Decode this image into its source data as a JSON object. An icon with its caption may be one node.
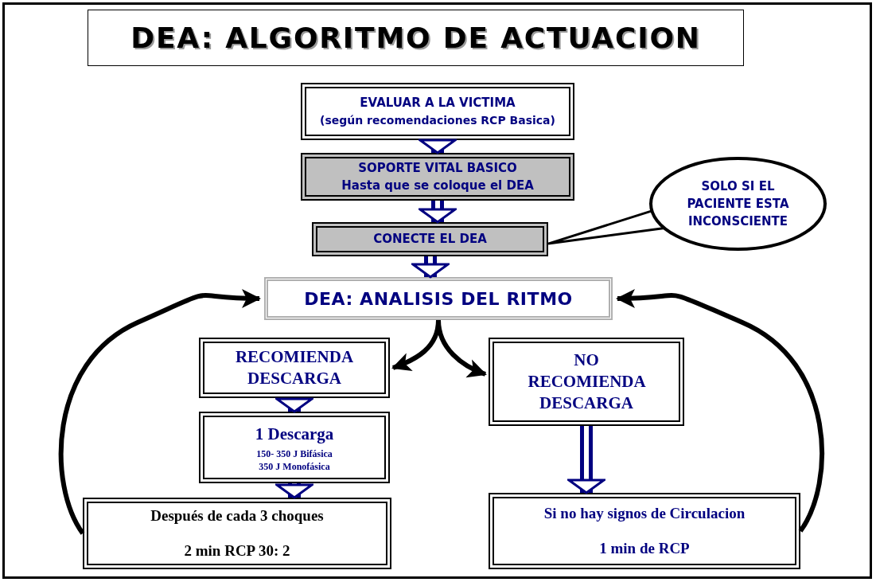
{
  "diagram": {
    "title": "DEA: ALGORITMO DE ACTUACION",
    "nodes": [
      {
        "text": [
          "EVALUAR A LA VICTIMA",
          "(según recomendaciones RCP Basica)"
        ]
      },
      {
        "text": [
          "SOPORTE VITAL BASICO",
          "Hasta que se coloque el DEA"
        ]
      },
      {
        "text": [
          "CONECTE EL DEA"
        ]
      },
      {
        "text": [
          "SOLO SI EL PACIENTE ESTA INCONSCIENTE"
        ]
      },
      {
        "text": [
          "DEA: ANALISIS DEL RITMO"
        ]
      },
      {
        "text": [
          "RECOMIENDA DESCARGA"
        ]
      },
      {
        "text": [
          "1 Descarga",
          "150- 350 J Bifásica",
          "350 J Monofásica"
        ]
      },
      {
        "text": [
          "NO RECOMIENDA DESCARGA"
        ]
      },
      {
        "text": [
          "Después de cada 3 choques",
          "2 min RCP 30: 2"
        ]
      },
      {
        "text": [
          "Si no hay signos de Circulacion",
          "1 min de RCP"
        ]
      }
    ],
    "edges": [
      {
        "from": 0,
        "to": 1,
        "arrow": "to",
        "style": "thick"
      },
      {
        "from": 1,
        "to": 2,
        "arrow": "to",
        "style": "thick"
      },
      {
        "from": 2,
        "to": 4,
        "arrow": "to",
        "style": "thick"
      },
      {
        "from": 3,
        "to": 2,
        "arrow": "none",
        "color": "#000000"
      },
      {
        "from": 4,
        "to": 5,
        "arrow": "to",
        "color": "#000000"
      },
      {
        "from": 4,
        "to": 7,
        "arrow": "to",
        "color": "#000000"
      },
      {
        "from": 5,
        "to": 6,
        "arrow": "to",
        "style": "thick"
      },
      {
        "from": 6,
        "to": 8,
        "arrow": "to",
        "style": "thick"
      },
      {
        "from": 7,
        "to": 9,
        "arrow": "to",
        "style": "thick"
      },
      {
        "from": 8,
        "to": 4,
        "arrow": "to",
        "color": "#000000"
      },
      {
        "from": 9,
        "to": 4,
        "arrow": "to",
        "color": "#000000"
      }
    ]
  }
}
